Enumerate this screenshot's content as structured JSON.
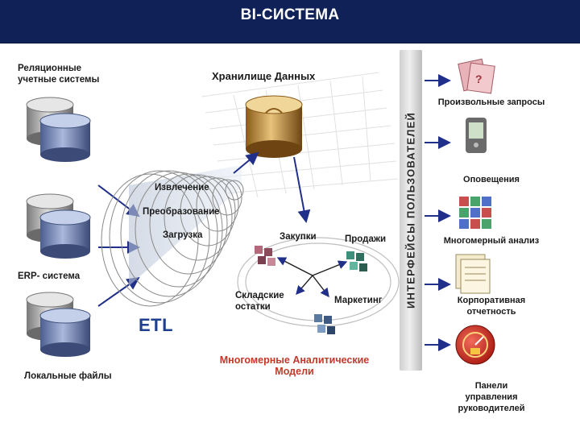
{
  "header": {
    "title": "BI-СИСТЕМА"
  },
  "sources": {
    "relational": "Реляционные\nучетные системы",
    "erp": "ERP- система",
    "local": "Локальные файлы"
  },
  "warehouse": "Хранилище Данных",
  "etl": {
    "extract": "Извлечение",
    "transform": "Преобразование",
    "load": "Загрузка",
    "label": "ETL"
  },
  "models": {
    "purchases": "Закупки",
    "sales": "Продажи",
    "stock": "Складские\nостатки",
    "marketing": "Маркетинг",
    "title": "Многомерные Аналитические\nМодели"
  },
  "interfaces_band": "ИНТЕРФЕЙСЫ ПОЛЬЗОВАТЕЛЕЙ",
  "outputs": {
    "adhoc": "Произвольные запросы",
    "alerts": "Оповещения",
    "olap": "Многомерный анализ",
    "reporting": "Корпоративная\nотчетность",
    "dashboards": "Панели\nуправления\nруководителей"
  },
  "colors": {
    "header_bg": "#0f2156",
    "model_title": "#c0392b",
    "etl_label": "#1f3f8f",
    "arrow": "#1f2f8a"
  }
}
